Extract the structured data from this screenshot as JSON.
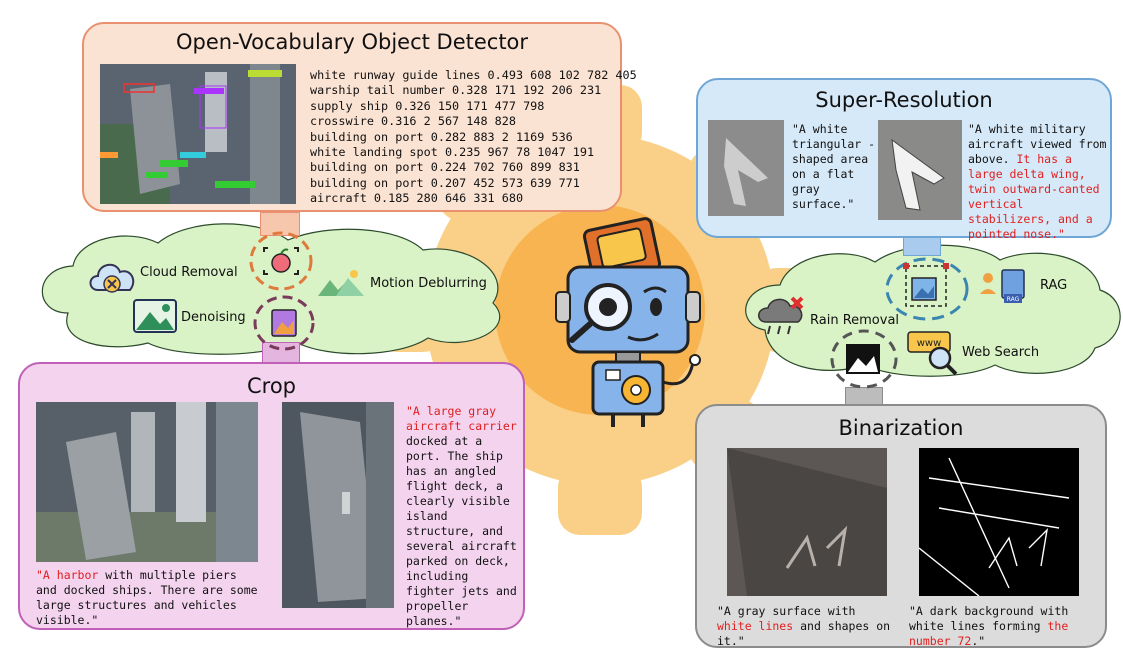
{
  "detector": {
    "title": "Open-Vocabulary Object Detector",
    "lines": [
      "white runway guide lines 0.493 608 102 782 405",
      "warship tail number 0.328 171 192 206 231",
      "supply ship 0.326 150 171 477 798",
      "crosswire 0.316 2 567 148 828",
      "building on port 0.282 883 2 1169 536",
      "white landing spot 0.235 967 78 1047 191",
      "building on port 0.224 702 760 899 831",
      "building on port 0.207 452 573 639 771",
      "aircraft 0.185 280 646 331 680"
    ]
  },
  "super_resolution": {
    "title": "Super-Resolution",
    "caption_left": "\"A white triangular -shaped area on a flat gray surface.\"",
    "caption_right_black": "\"A white military aircraft viewed from above.",
    "caption_right_red": "It has a large delta wing, twin outward-canted vertical stabilizers, and a pointed nose.\""
  },
  "crop": {
    "title": "Crop",
    "caption_left_red": "\"A harbor",
    "caption_left_black": " with multiple piers and docked ships. There are some large structures and vehicles visible.\"",
    "caption_right_red": "\"A large gray aircraft carrier",
    "caption_right_black": " docked at a port. The ship has an angled flight deck, a clearly visible island structure, and several aircraft parked on deck, including fighter jets and propeller planes.\""
  },
  "binarization": {
    "title": "Binarization",
    "caption_left_a": "\"A gray surface with ",
    "caption_left_red": "white lines",
    "caption_left_b": " and shapes on it.\"",
    "caption_right_a": "\"A dark background with white lines forming ",
    "caption_right_red": "the number 72",
    "caption_right_b": ".\""
  },
  "tools_left": {
    "cloud_removal": "Cloud Removal",
    "denoising": "Denoising",
    "motion_deblurring": "Motion Deblurring"
  },
  "tools_right": {
    "rag": "RAG",
    "rag_badge": "RAG",
    "rain_removal": "Rain Removal",
    "web_search": "Web Search",
    "www": "www"
  },
  "colors": {
    "detector_bg": "#fbe3d3",
    "detector_border": "#e89070",
    "sr_bg": "#d6e9f8",
    "sr_border": "#6fa6d6",
    "crop_bg": "#f4d3ef",
    "crop_border": "#c060b8",
    "bin_bg": "#dcdcdc",
    "bin_border": "#8c8c8c",
    "cloud_bg": "#d9f2c6",
    "gear": "#f9c36a",
    "accent_red": "#e02020"
  }
}
